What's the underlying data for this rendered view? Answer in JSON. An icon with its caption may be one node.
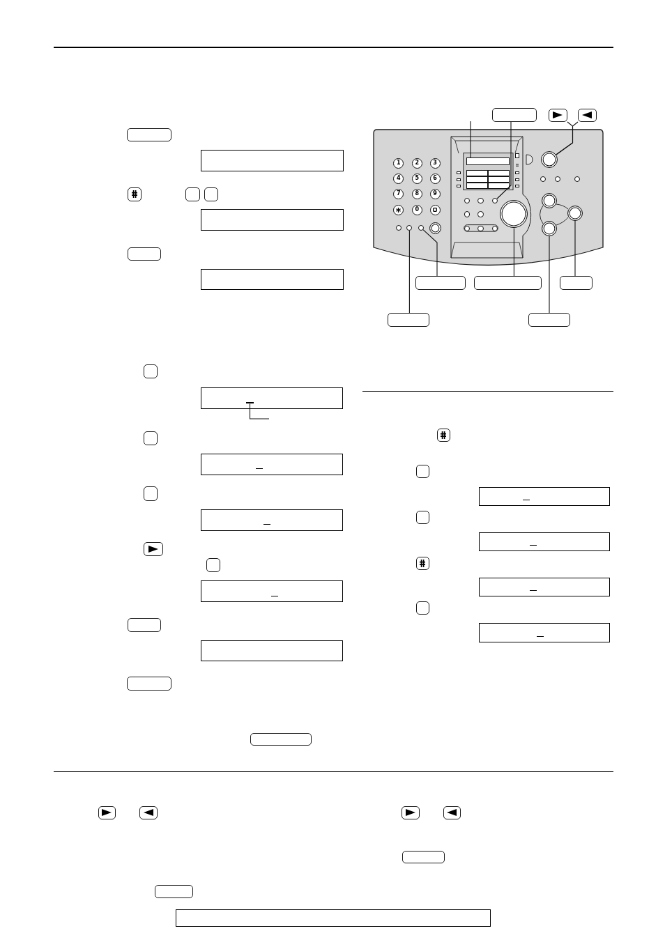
{
  "diagram": {
    "nodes": [
      {
        "text": [],
        "shape": "button"
      },
      {
        "text": [],
        "shape": "box"
      },
      {
        "text": [],
        "shape": "button"
      },
      {
        "text": [],
        "shape": "button"
      },
      {
        "text": [],
        "shape": "button"
      },
      {
        "text": [],
        "shape": "box"
      },
      {
        "text": [],
        "shape": "button"
      },
      {
        "text": [],
        "shape": "box"
      },
      {
        "text": [],
        "shape": "button"
      },
      {
        "text": [],
        "shape": "box"
      },
      {
        "text": [],
        "shape": "cursor",
        "in": 9
      },
      {
        "text": [],
        "shape": "button"
      },
      {
        "text": [],
        "shape": "box"
      },
      {
        "text": [],
        "shape": "button"
      },
      {
        "text": [],
        "shape": "box"
      },
      {
        "text": [],
        "shape": "button"
      },
      {
        "text": [],
        "shape": "button"
      },
      {
        "text": [],
        "shape": "box"
      },
      {
        "text": [],
        "shape": "button"
      },
      {
        "text": [],
        "shape": "box"
      },
      {
        "text": [],
        "shape": "button"
      },
      {
        "text": [],
        "shape": "button"
      },
      {
        "text": [],
        "shape": "button"
      },
      {
        "text": [],
        "shape": "button"
      },
      {
        "text": [],
        "shape": "button"
      },
      {
        "text": [],
        "shape": "picture"
      },
      {
        "text": [],
        "shape": "box",
        "in": 25
      },
      {
        "text": [],
        "shape": "circle",
        "in": 25
      },
      {
        "text": [],
        "shape": "circle",
        "in": 25
      },
      {
        "text": [],
        "shape": "circle",
        "in": 25
      },
      {
        "text": [],
        "shape": "circle",
        "in": 25
      },
      {
        "text": [],
        "shape": "circle",
        "in": 25
      },
      {
        "text": [],
        "shape": "circle",
        "in": 25
      },
      {
        "text": [],
        "shape": "circle",
        "in": 25
      },
      {
        "text": [],
        "shape": "circle",
        "in": 25
      },
      {
        "text": [],
        "shape": "button"
      },
      {
        "text": [],
        "shape": "button"
      },
      {
        "text": [],
        "shape": "button"
      },
      {
        "text": [],
        "shape": "button"
      },
      {
        "text": [],
        "shape": "button"
      },
      {
        "text": [],
        "shape": "button"
      },
      {
        "text": [],
        "shape": "button"
      },
      {
        "text": [],
        "shape": "box"
      },
      {
        "text": [],
        "shape": "button"
      },
      {
        "text": [],
        "shape": "box"
      },
      {
        "text": [],
        "shape": "button"
      },
      {
        "text": [],
        "shape": "box"
      },
      {
        "text": [],
        "shape": "button"
      },
      {
        "text": [],
        "shape": "box"
      },
      {
        "text": [],
        "shape": "button"
      },
      {
        "text": [],
        "shape": "button"
      },
      {
        "text": [],
        "shape": "button"
      },
      {
        "text": [],
        "shape": "box"
      },
      {
        "text": [],
        "shape": "button"
      },
      {
        "text": [],
        "shape": "button"
      },
      {
        "text": [],
        "shape": "button"
      }
    ],
    "edges": [
      {
        "from": null,
        "to": 26,
        "arrow": "none"
      },
      {
        "from": 22,
        "to": 28,
        "arrow": "none"
      },
      {
        "from": 23,
        "to": 27,
        "arrow": "none"
      },
      {
        "from": 24,
        "to": 27,
        "arrow": "none"
      },
      {
        "from": 35,
        "to": 33,
        "arrow": "none"
      },
      {
        "from": 36,
        "to": 30,
        "arrow": "none"
      },
      {
        "from": 37,
        "to": 31,
        "arrow": "none"
      },
      {
        "from": 38,
        "to": 32,
        "arrow": "none"
      },
      {
        "from": 39,
        "to": 34,
        "arrow": "none"
      },
      {
        "from": null,
        "to": 10,
        "arrow": "none"
      }
    ],
    "labels": [
      "1",
      "2",
      "3",
      "4",
      "5",
      "6",
      "7",
      "8",
      "9",
      "0"
    ]
  }
}
